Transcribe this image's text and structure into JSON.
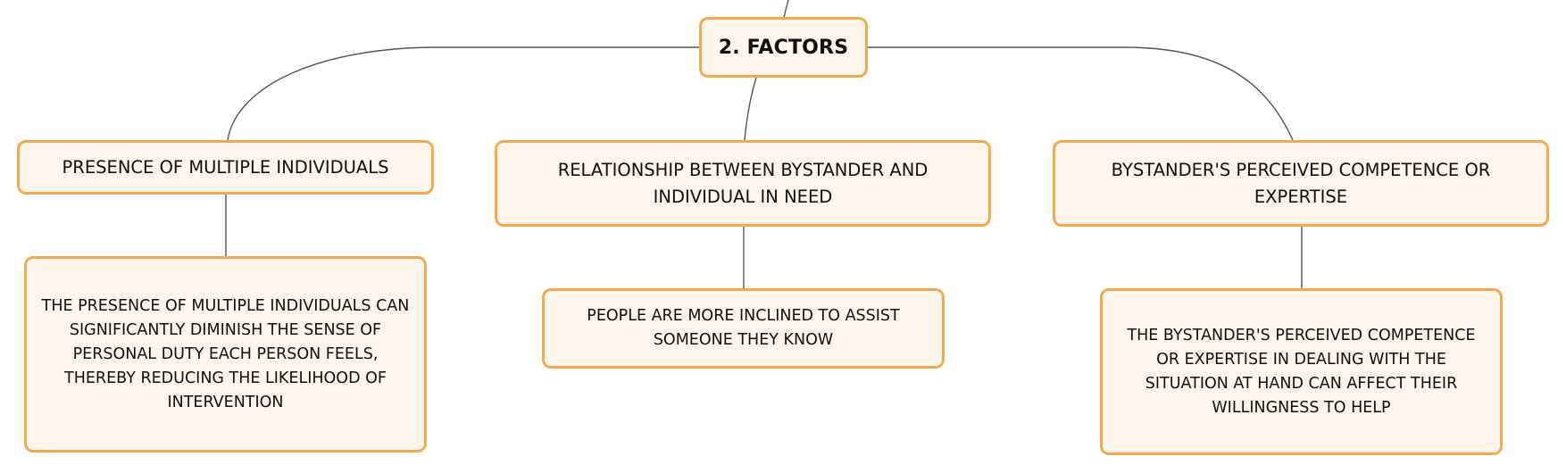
{
  "diagram": {
    "root": {
      "label": "2. FACTORS"
    },
    "factors": [
      {
        "label": "PRESENCE OF MULTIPLE INDIVIDUALS",
        "detail": "THE PRESENCE OF MULTIPLE INDIVIDUALS CAN SIGNIFICANTLY DIMINISH THE SENSE OF PERSONAL DUTY EACH PERSON FEELS, THEREBY REDUCING THE LIKELIHOOD OF INTERVENTION"
      },
      {
        "label": "RELATIONSHIP BETWEEN BYSTANDER AND INDIVIDUAL IN NEED",
        "detail": "PEOPLE ARE MORE INCLINED TO ASSIST SOMEONE THEY KNOW"
      },
      {
        "label": "BYSTANDER'S PERCEIVED COMPETENCE OR EXPERTISE",
        "detail": "THE BYSTANDER'S PERCEIVED COMPETENCE OR EXPERTISE IN DEALING WITH THE SITUATION AT HAND CAN AFFECT THEIR WILLINGNESS TO HELP"
      }
    ],
    "colors": {
      "node_fill": "#fdf4ec",
      "node_border": "#f2aa52",
      "connector": "#555555",
      "text": "#111111"
    }
  }
}
